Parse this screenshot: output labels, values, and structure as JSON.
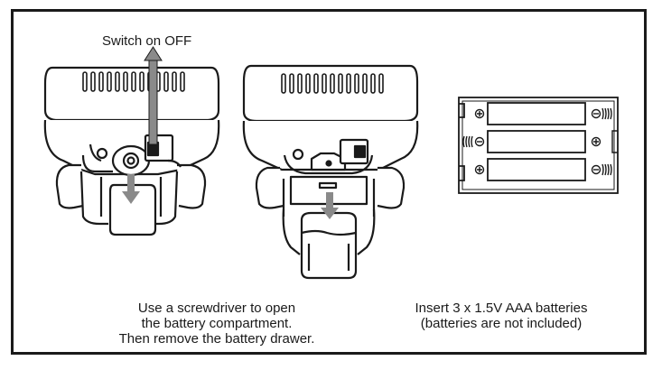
{
  "labels": {
    "switch": "Switch on OFF"
  },
  "captions": {
    "left": [
      "Use a screwdriver to open",
      "the battery compartment.",
      "Then remove the battery drawer."
    ],
    "right": [
      "Insert 3 x 1.5V AAA batteries",
      "(batteries are not included)"
    ]
  },
  "colors": {
    "line": "#1a1a1a",
    "arrow": "#8a8a8a",
    "background": "#ffffff"
  }
}
